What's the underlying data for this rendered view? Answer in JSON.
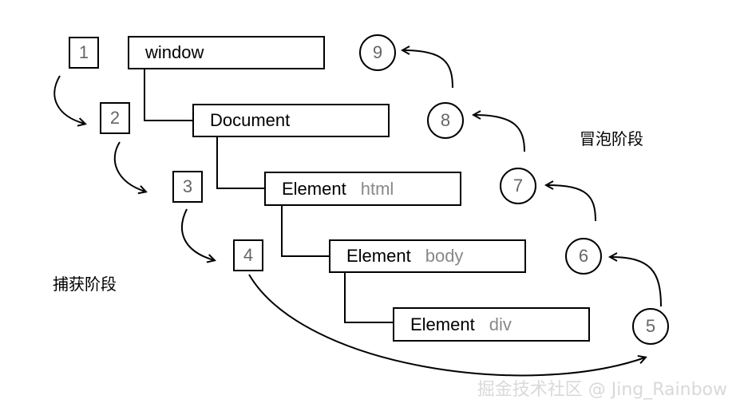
{
  "nodes": [
    {
      "label": "window",
      "sub": ""
    },
    {
      "label": "Document",
      "sub": ""
    },
    {
      "label": "Element",
      "sub": "html"
    },
    {
      "label": "Element",
      "sub": "body"
    },
    {
      "label": "Element",
      "sub": "div"
    }
  ],
  "capture_steps": [
    "1",
    "2",
    "3",
    "4"
  ],
  "bubble_steps": [
    "5",
    "6",
    "7",
    "8",
    "9"
  ],
  "phases": {
    "capture": "捕获阶段",
    "bubble": "冒泡阶段"
  },
  "watermark": "掘金技术社区 @ Jing_Rainbow"
}
